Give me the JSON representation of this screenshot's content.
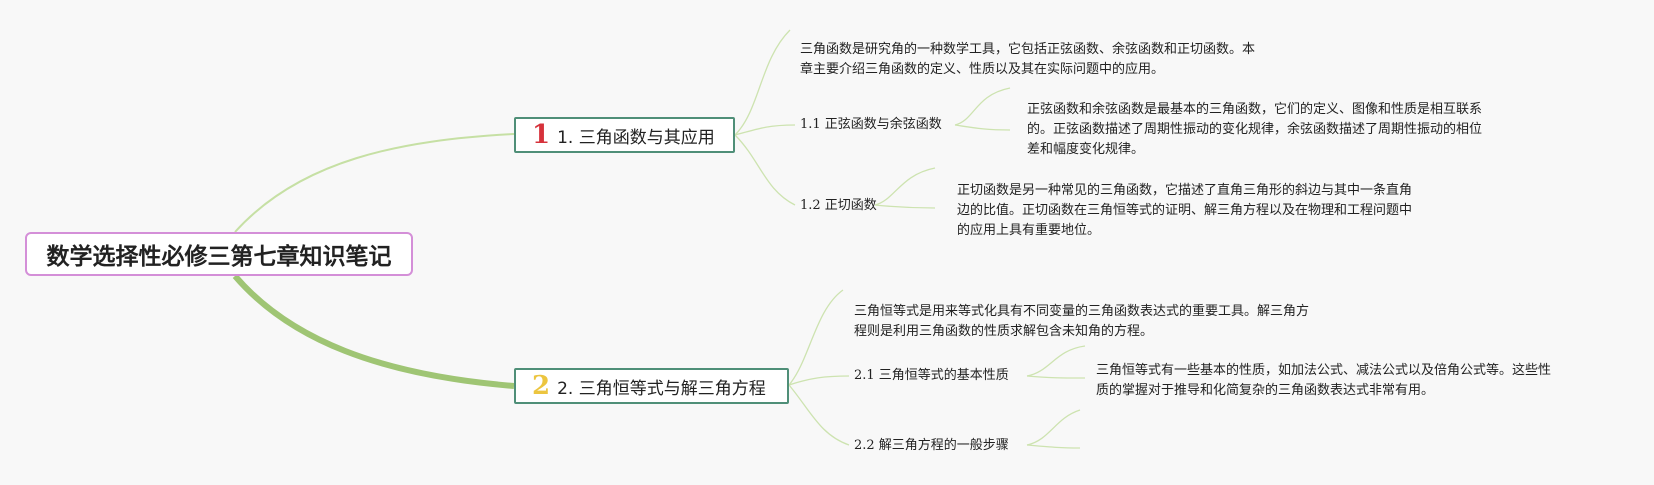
{
  "root": {
    "title": "数学选择性必修三第七章知识笔记"
  },
  "topics": [
    {
      "number": "1",
      "label": "1. 三角函数与其应用",
      "intro": [
        "三角函数是研究角的一种数学工具，它包括正弦函数、余弦函数和正切函数。本",
        "章主要介绍三角函数的定义、性质以及其在实际问题中的应用。"
      ],
      "subtopics": [
        {
          "label": "1.1 正弦函数与余弦函数",
          "detail": [
            "正弦函数和余弦函数是最基本的三角函数，它们的定义、图像和性质是相互联系",
            "的。正弦函数描述了周期性振动的变化规律，余弦函数描述了周期性振动的相位",
            "差和幅度变化规律。"
          ]
        },
        {
          "label": "1.2 正切函数",
          "detail": [
            "正切函数是另一种常见的三角函数，它描述了直角三角形的斜边与其中一条直角",
            "边的比值。正切函数在三角恒等式的证明、解三角方程以及在物理和工程问题中",
            "的应用上具有重要地位。"
          ]
        }
      ]
    },
    {
      "number": "2",
      "label": "2. 三角恒等式与解三角方程",
      "intro": [
        "三角恒等式是用来等式化具有不同变量的三角函数表达式的重要工具。解三角方",
        "程则是利用三角函数的性质求解包含未知角的方程。"
      ],
      "subtopics": [
        {
          "label": "2.1 三角恒等式的基本性质",
          "detail": [
            "三角恒等式有一些基本的性质，如加法公式、减法公式以及倍角公式等。这些性",
            "质的掌握对于推导和化简复杂的三角函数表达式非常有用。"
          ]
        },
        {
          "label": "2.2 解三角方程的一般步骤",
          "detail": []
        }
      ]
    }
  ],
  "colors": {
    "branch": "#a8cc80",
    "branch_thin": "#c9dfa8",
    "root_border": "#d48fd8",
    "topic_border": "#4f8f78",
    "num1": "#d6323b",
    "num2": "#ecc53f"
  }
}
